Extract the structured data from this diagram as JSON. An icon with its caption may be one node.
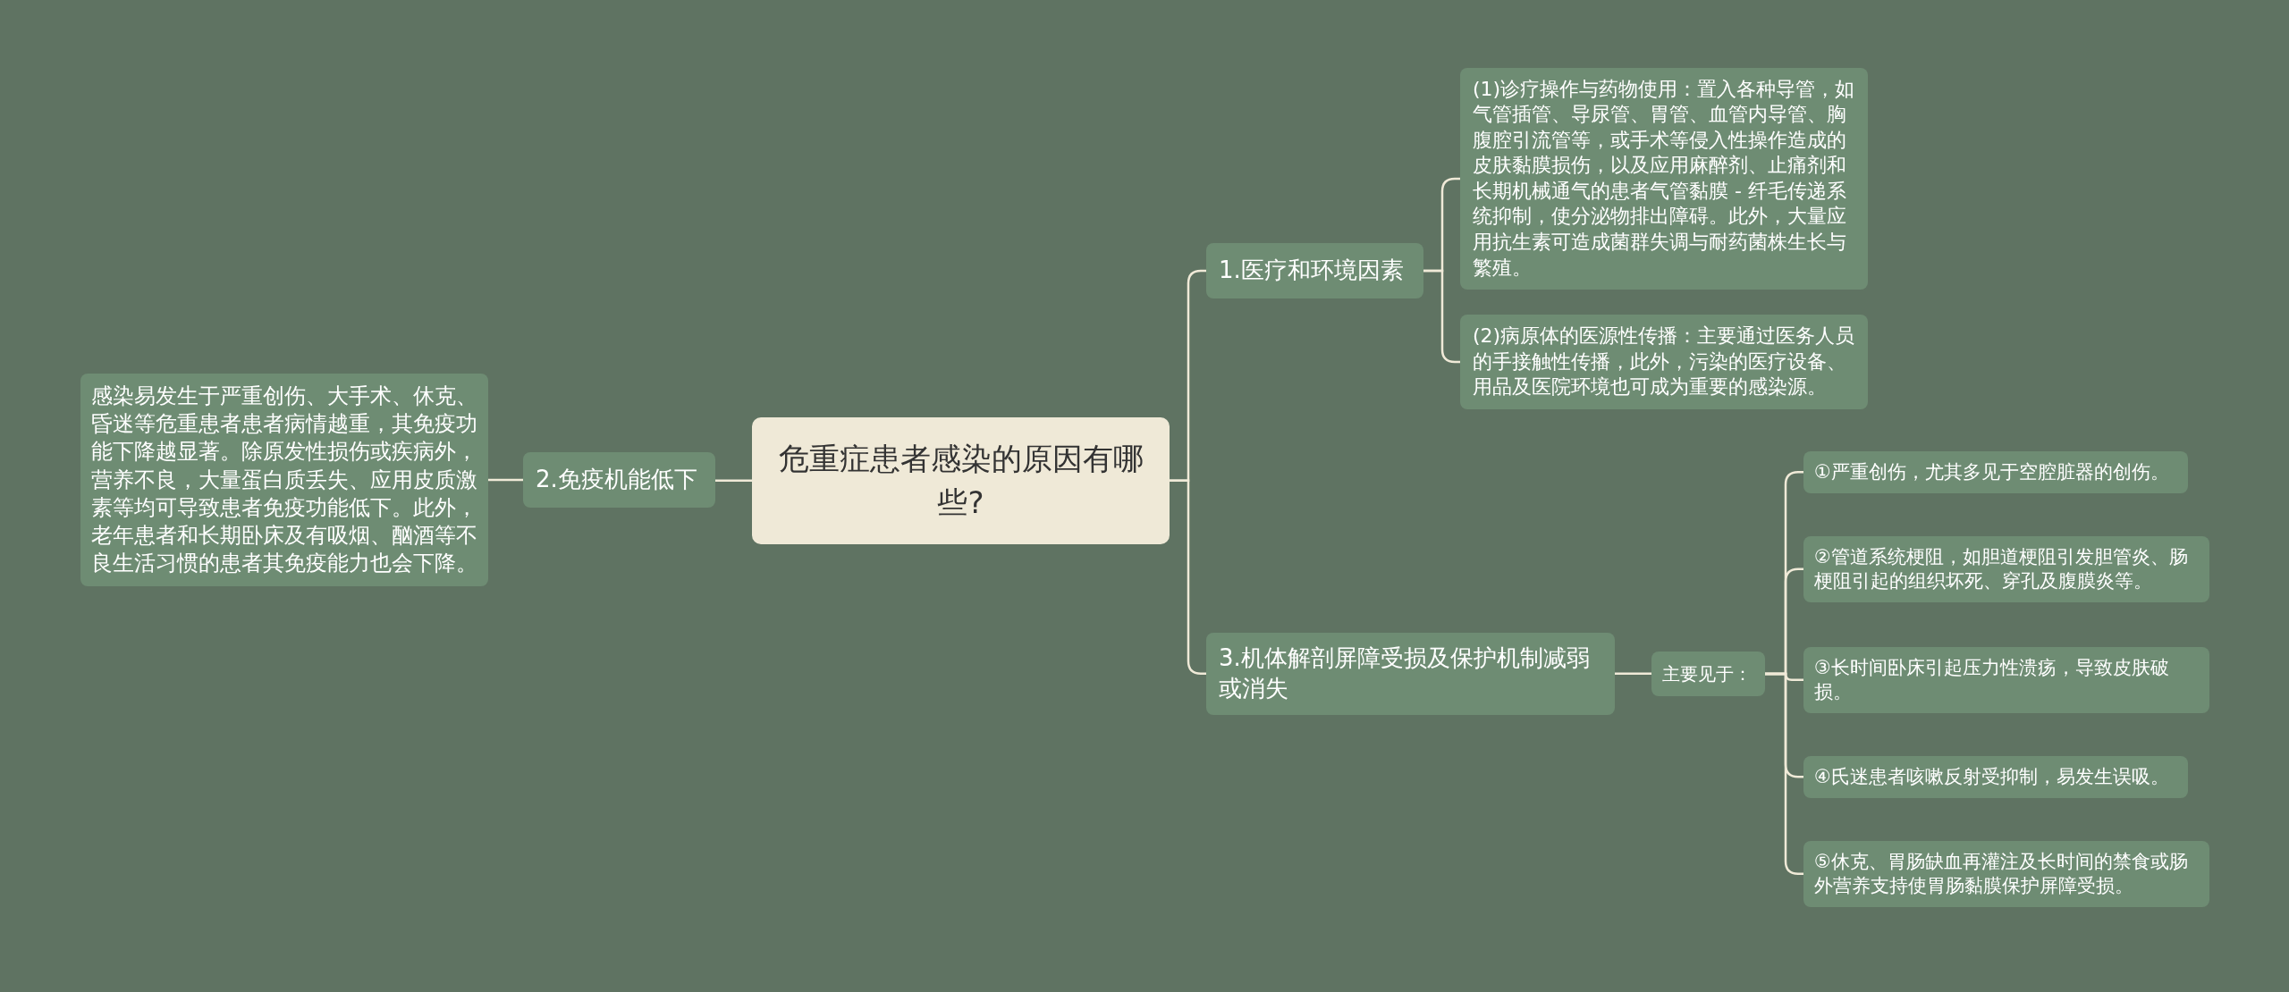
{
  "diagram": {
    "nodes": [
      {
        "text": [
          "危重症患者感染的原因有哪些?"
        ]
      },
      {
        "text": [
          "1.医疗和环境因素"
        ]
      },
      {
        "text": [
          "(1)诊疗操作与药物使用：置入各种导管，如气管插管、导尿管、胃管、血管内导管、胸腹腔引流管等，或手术等侵入性操作造成的皮肤黏膜损伤，以及应用麻醉剂、止痛剂和长期机械通气的患者气管黏膜 - 纤毛传递系统抑制，使分泌物排出障碍。此外，大量应用抗生素可造成菌群失调与耐药菌株生长与繁殖。"
        ]
      },
      {
        "text": [
          "(2)病原体的医源性传播：主要通过医务人员的手接触性传播，此外，污染的医疗设备、用品及医院环境也可成为重要的感染源。"
        ]
      },
      {
        "text": [
          "2.免疫机能低下"
        ]
      },
      {
        "text": [
          "感染易发生于严重创伤、大手术、休克、昏迷等危重患者患者病情越重，其免疫功能下降越显著。除原发性损伤或疾病外，营养不良，大量蛋白质丢失、应用皮质激素等均可导致患者免疫功能低下。此外，老年患者和长期卧床及有吸烟、酗酒等不良生活习惯的患者其免疫能力也会下降。"
        ]
      },
      {
        "text": [
          "3.机体解剖屏障受损及保护机制减弱或消失"
        ]
      },
      {
        "text": [
          "主要见于："
        ]
      },
      {
        "text": [
          "①严重创伤，尤其多见于空腔脏器的创伤。"
        ]
      },
      {
        "text": [
          "②管道系统梗阻，如胆道梗阻引发胆管炎、肠梗阻引起的组织坏死、穿孔及腹膜炎等。"
        ]
      },
      {
        "text": [
          "③长时间卧床引起压力性溃疡，导致皮肤破损。"
        ]
      },
      {
        "text": [
          "④氏迷患者咳嗽反射受抑制，易发生误吸。"
        ]
      },
      {
        "text": [
          "⑤休克、胃肠缺血再灌注及长时间的禁食或肠外营养支持使胃肠黏膜保护屏障受损。"
        ]
      }
    ],
    "edges": [
      {
        "from": 0,
        "to": 1,
        "arrow": "none"
      },
      {
        "from": 1,
        "to": 2,
        "arrow": "none"
      },
      {
        "from": 1,
        "to": 3,
        "arrow": "none"
      },
      {
        "from": 0,
        "to": 4,
        "arrow": "none"
      },
      {
        "from": 4,
        "to": 5,
        "arrow": "none"
      },
      {
        "from": 0,
        "to": 6,
        "arrow": "none"
      },
      {
        "from": 6,
        "to": 7,
        "arrow": "none"
      },
      {
        "from": 7,
        "to": 8,
        "arrow": "none"
      },
      {
        "from": 7,
        "to": 9,
        "arrow": "none"
      },
      {
        "from": 7,
        "to": 10,
        "arrow": "none"
      },
      {
        "from": 7,
        "to": 11,
        "arrow": "none"
      },
      {
        "from": 7,
        "to": 12,
        "arrow": "none"
      }
    ]
  }
}
